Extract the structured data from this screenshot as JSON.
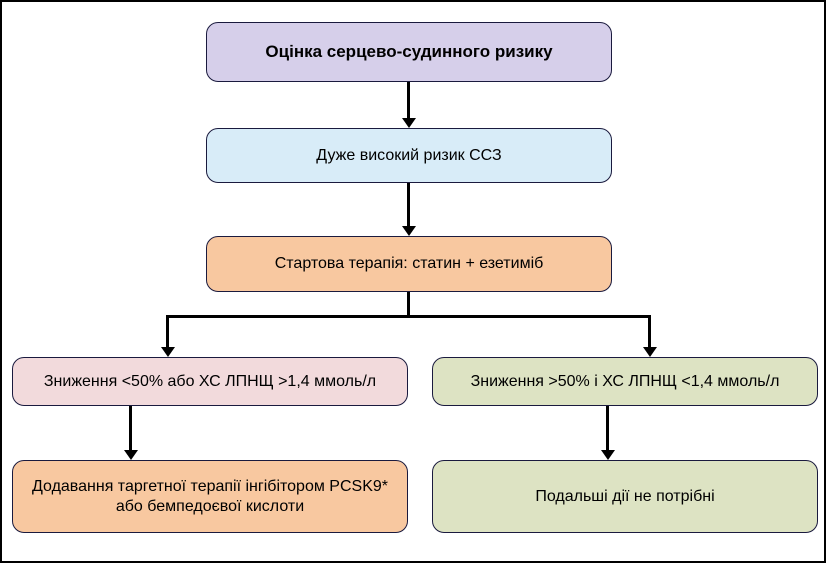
{
  "colors": {
    "purple": "#d6cfea",
    "blue": "#d8ecf8",
    "orange": "#f8c8a0",
    "pink": "#f2dadc",
    "olive": "#dde3c3",
    "node-border": "#1a1a3e",
    "arrow": "#000000"
  },
  "flowchart": {
    "nodes": {
      "risk_assessment": {
        "label": "Оцінка серцево-судинного ризику"
      },
      "very_high_risk": {
        "label": "Дуже високий ризик ССЗ"
      },
      "start_therapy": {
        "label": "Стартова терапія: статин + езетиміб"
      },
      "insufficient_reduction": {
        "label": "Зниження <50% або ХС ЛПНЩ >1,4 ммоль/л"
      },
      "sufficient_reduction": {
        "label": "Зниження >50% і ХС ЛПНЩ <1,4 ммоль/л"
      },
      "add_pcsk9": {
        "label": "Додавання таргетної терапії інгібітором PCSK9* або бемпедоєвої кислоти"
      },
      "no_further_action": {
        "label": "Подальші дії не потрібні"
      }
    }
  }
}
